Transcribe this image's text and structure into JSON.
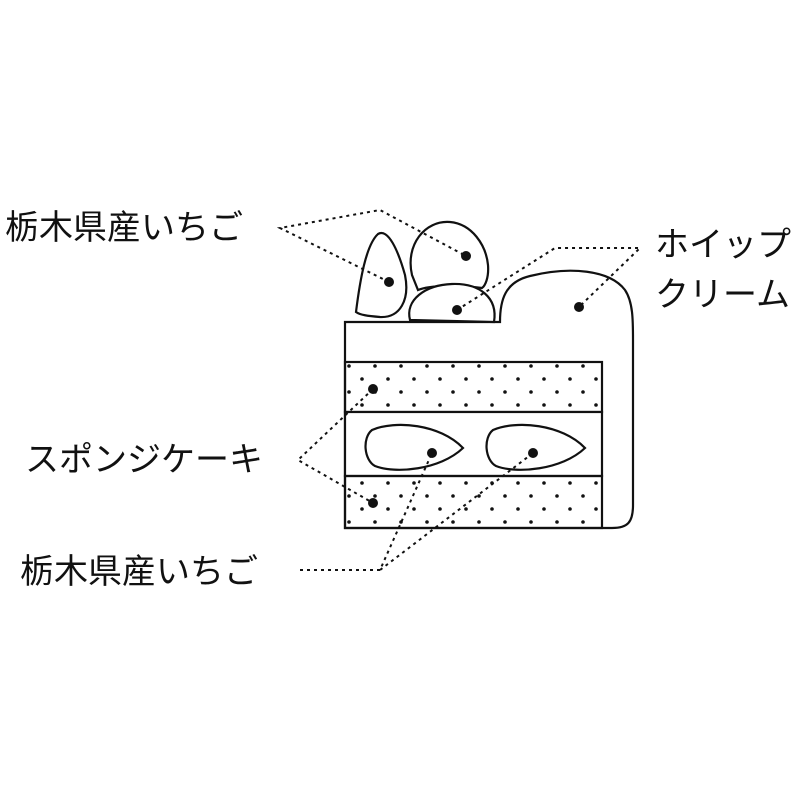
{
  "labels": {
    "strawberry_top": "栃木県産いちご",
    "whipped_cream_line1": "ホイップ",
    "whipped_cream_line2": "クリーム",
    "sponge_cake": "スポンジケーキ",
    "strawberry_inner": "栃木県産いちご"
  },
  "colors": {
    "line": "#111111",
    "background": "#ffffff"
  }
}
